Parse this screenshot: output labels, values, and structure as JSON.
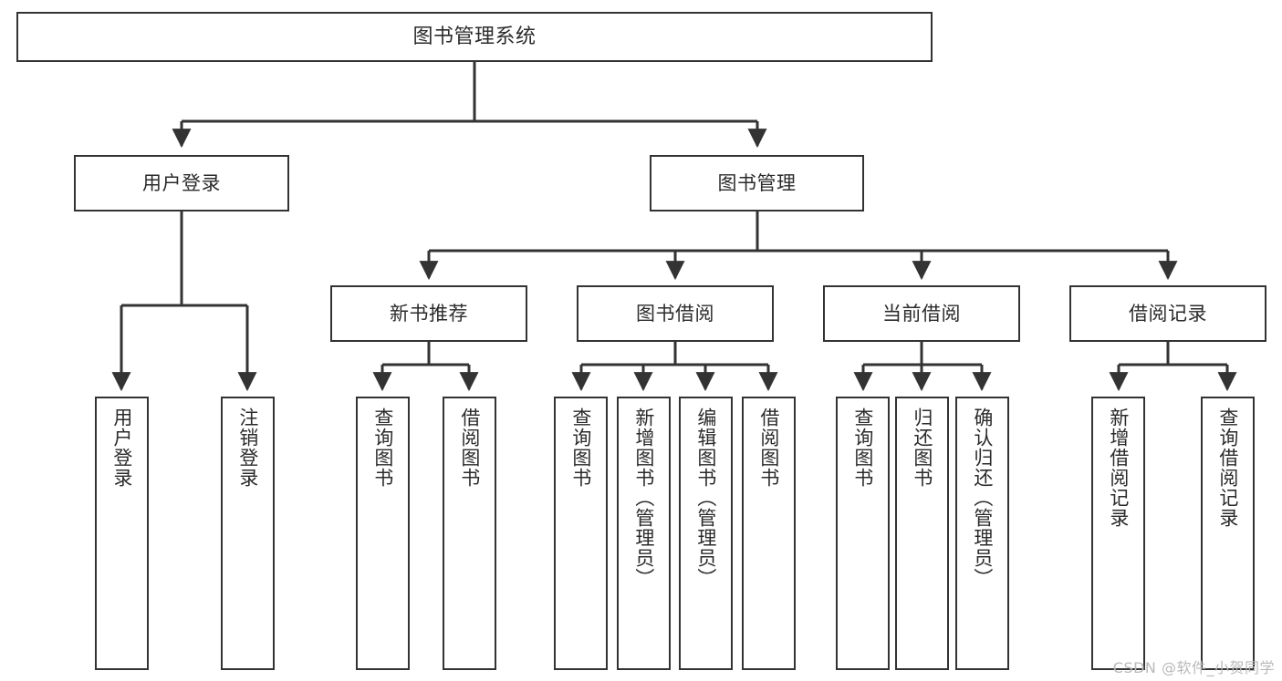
{
  "diagram": {
    "title": "图书管理系统",
    "type": "tree",
    "watermark": "CSDN @软件_小贺同学",
    "nodes": {
      "root": {
        "label": "图书管理系统"
      },
      "level2": [
        {
          "id": "user-login",
          "label": "用户登录"
        },
        {
          "id": "book-management",
          "label": "图书管理"
        }
      ],
      "level3": [
        {
          "id": "new-book-recommend",
          "label": "新书推荐"
        },
        {
          "id": "book-borrow",
          "label": "图书借阅"
        },
        {
          "id": "current-borrow",
          "label": "当前借阅"
        },
        {
          "id": "borrow-record",
          "label": "借阅记录"
        }
      ],
      "leaves": [
        {
          "id": "leaf-user-login",
          "parent": "user-login",
          "label": "用户登录"
        },
        {
          "id": "leaf-logout",
          "parent": "user-login",
          "label": "注销登录"
        },
        {
          "id": "leaf-query-book-1",
          "parent": "new-book-recommend",
          "label": "查询图书"
        },
        {
          "id": "leaf-borrow-book-1",
          "parent": "new-book-recommend",
          "label": "借阅图书"
        },
        {
          "id": "leaf-query-book-2",
          "parent": "book-borrow",
          "label": "查询图书"
        },
        {
          "id": "leaf-add-book",
          "parent": "book-borrow",
          "label": "新增图书（管理员）"
        },
        {
          "id": "leaf-edit-book",
          "parent": "book-borrow",
          "label": "编辑图书（管理员）"
        },
        {
          "id": "leaf-borrow-book-2",
          "parent": "book-borrow",
          "label": "借阅图书"
        },
        {
          "id": "leaf-query-book-3",
          "parent": "current-borrow",
          "label": "查询图书"
        },
        {
          "id": "leaf-return-book",
          "parent": "current-borrow",
          "label": "归还图书"
        },
        {
          "id": "leaf-confirm-return",
          "parent": "current-borrow",
          "label": "确认归还（管理员）"
        },
        {
          "id": "leaf-add-record",
          "parent": "borrow-record",
          "label": "新增借阅记录"
        },
        {
          "id": "leaf-query-record",
          "parent": "borrow-record",
          "label": "查询借阅记录"
        }
      ]
    },
    "colors": {
      "stroke": "#333333",
      "text": "#2b2b2b",
      "background": "#ffffff",
      "watermark": "#b9b9b9"
    }
  }
}
